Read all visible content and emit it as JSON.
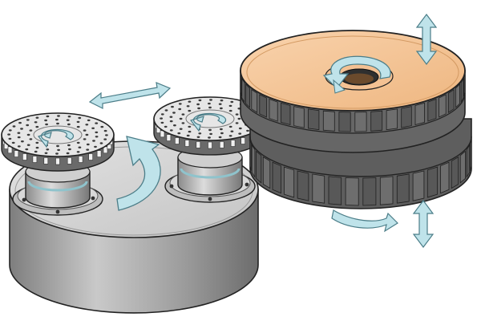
{
  "diagram": {
    "components": {
      "carrier_base": "carrier-base",
      "workpiece_disc_left": "brake-disc-left",
      "workpiece_disc_right": "brake-disc-right",
      "grinding_wheel": "grinding-wheel"
    },
    "motions": {
      "disc_rotation": "rotation",
      "carrier_rotation": "rotation",
      "wheel_rotation": "rotation",
      "wheel_feed": "vertical-feed",
      "disc_spacing": "horizontal-translation"
    },
    "colors": {
      "arrow_fill": "#bfe3ea",
      "arrow_stroke": "#4b7d88",
      "wheel_face": "#f6c89a",
      "metal_light": "#e4e4e4",
      "metal_dark": "#6f6f6f",
      "segment_dark": "#5b5b5b",
      "hole_dark": "#2f2f2f",
      "outline": "#222222"
    }
  }
}
